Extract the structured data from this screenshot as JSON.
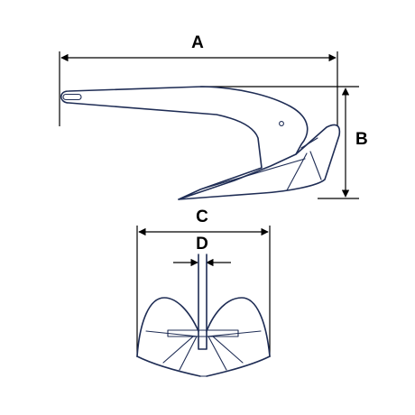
{
  "labels": {
    "a": "A",
    "b": "B",
    "c": "C",
    "d": "D"
  },
  "colors": {
    "outline": "#1f2d55",
    "dimension": "#000000",
    "background": "#ffffff"
  }
}
